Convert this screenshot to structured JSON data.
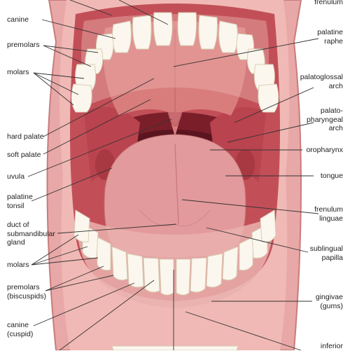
{
  "labels": {
    "left": {
      "canine": "canine",
      "premolars": "premolars",
      "molars": "molars",
      "hard_palate": "hard palate",
      "soft_palate": "soft palate",
      "uvula": "uvula",
      "palatine_tonsil": "palatine\ntonsil",
      "duct_submandibular": "duct of\nsubmandibular\ngland",
      "molars_lower": "molars",
      "premolars_lower": "premolars\n(biscuspids)",
      "canine_lower": "canine\n(cuspid)"
    },
    "right": {
      "frenulum_top": "frenulum",
      "palatine_raphe": "palatine\nraphe",
      "palatoglossal_arch": "palatoglossal\narch",
      "palatopharyngeal_arch": "palato-\npharyngeal\narch",
      "oropharynx": "oropharynx",
      "tongue": "tongue",
      "frenulum_linguae": "frenulum\nlinguae",
      "sublingual_papilla": "sublingual\npapilla",
      "gingivae": "gingivae\n(gums)",
      "inferior": "inferior"
    }
  },
  "colors": {
    "lip": "#e8a8a8",
    "lip_edge": "#c97b7b",
    "mouth_interior": "#c24f58",
    "throat": "#7a1f2a",
    "palate": "#d97c7c",
    "tongue": "#e39a9c",
    "tooth": "#fbf7ee",
    "tooth_edge": "#d9cfb5",
    "gum": "#eab2ae",
    "leader": "#333333"
  }
}
